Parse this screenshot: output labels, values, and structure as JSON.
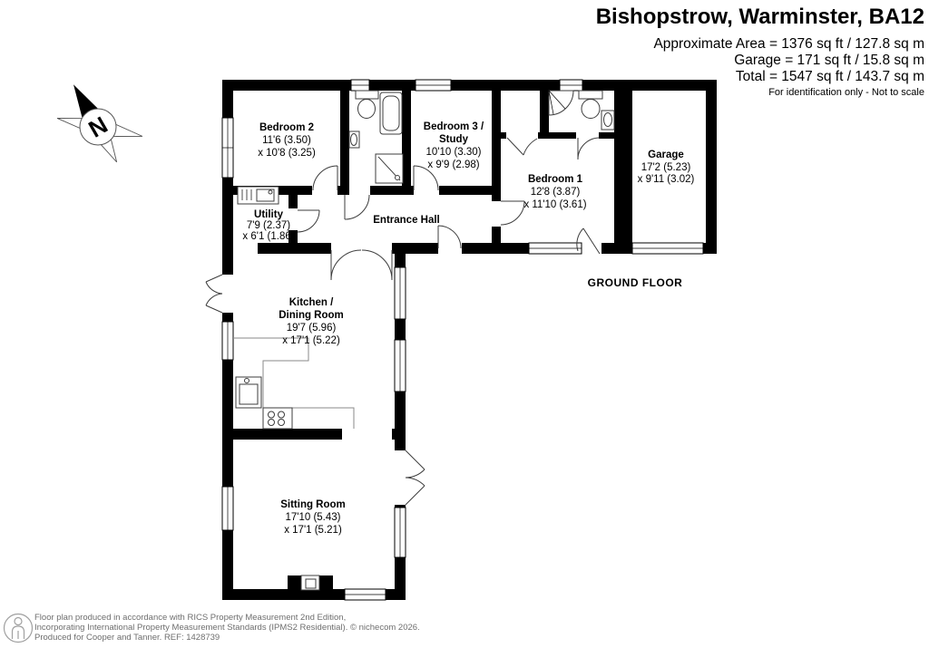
{
  "header": {
    "title": "Bishopstrow, Warminster, BA12",
    "approx_area": "Approximate Area = 1376 sq ft / 127.8 sq m",
    "garage_area": "Garage = 171 sq ft / 15.8 sq m",
    "total_area": "Total = 1547 sq ft / 143.7 sq m",
    "disclaimer": "For identification only - Not to scale"
  },
  "floor_label": "GROUND FLOOR",
  "compass": {
    "north_letter": "N"
  },
  "rooms": {
    "bedroom2": {
      "name": "Bedroom 2",
      "dim1": "11'6 (3.50)",
      "dim2": "x 10'8 (3.25)"
    },
    "bedroom3": {
      "name1": "Bedroom 3 /",
      "name2": "Study",
      "dim1": "10'10 (3.30)",
      "dim2": "x 9'9 (2.98)"
    },
    "bedroom1": {
      "name": "Bedroom 1",
      "dim1": "12'8 (3.87)",
      "dim2": "x 11'10 (3.61)"
    },
    "garage": {
      "name": "Garage",
      "dim1": "17'2 (5.23)",
      "dim2": "x 9'11 (3.02)"
    },
    "utility": {
      "name": "Utility",
      "dim1": "7'9 (2.37)",
      "dim2": "x 6'1 (1.86)"
    },
    "entrance_hall": {
      "name": "Entrance Hall"
    },
    "kitchen_dining": {
      "name1": "Kitchen /",
      "name2": "Dining Room",
      "dim1": "19'7 (5.96)",
      "dim2": "x 17'1 (5.22)"
    },
    "sitting_room": {
      "name": "Sitting Room",
      "dim1": "17'10 (5.43)",
      "dim2": "x 17'1 (5.21)"
    }
  },
  "footer": {
    "line1": "Floor plan produced in accordance with RICS Property Measurement 2nd Edition,",
    "line2": "Incorporating International Property Measurement Standards (IPMS2 Residential).   © nichecom 2026.",
    "line3": "Produced for Cooper and Tanner.    REF:  1428739"
  },
  "colors": {
    "wall": "#000000",
    "text": "#000000",
    "muted_text": "#6e6e6e"
  }
}
